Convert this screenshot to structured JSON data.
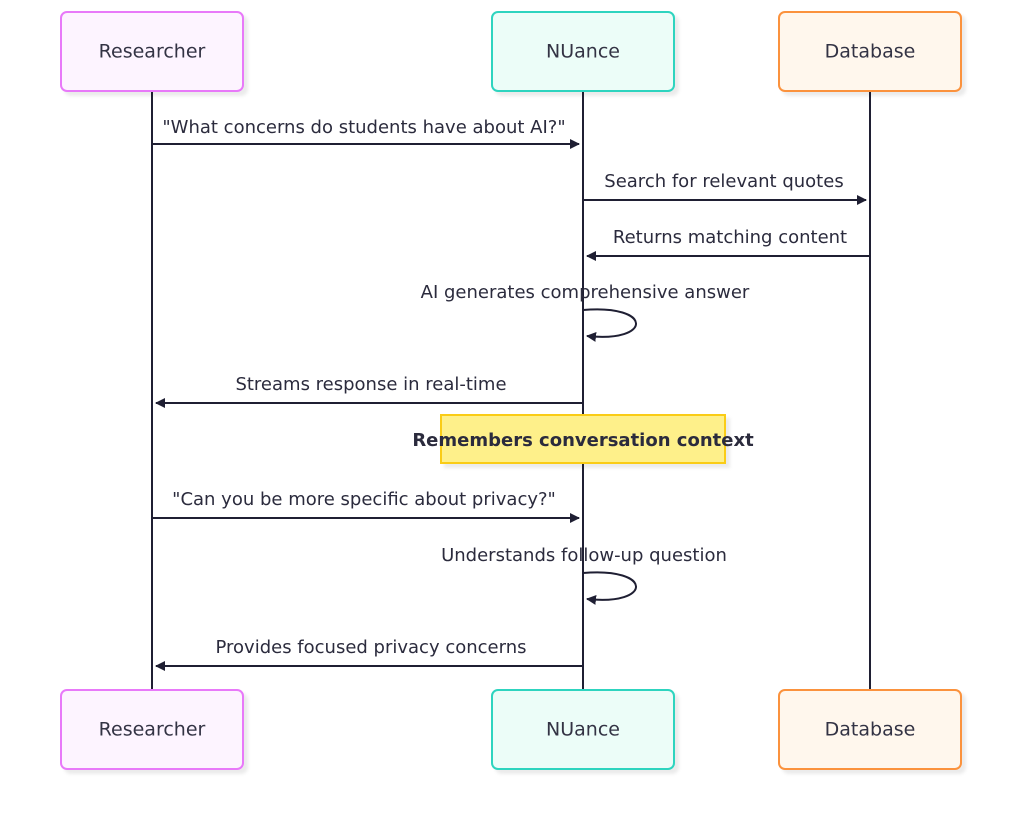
{
  "colors": {
    "researcher": {
      "fill": "#fdf4ff",
      "stroke": "#e879f9"
    },
    "nuance": {
      "fill": "#ecfdf8",
      "stroke": "#2dd4bf"
    },
    "database": {
      "fill": "#fff7ed",
      "stroke": "#fb923c"
    },
    "line": "#1f1f33",
    "note": {
      "fill": "#fef08a",
      "stroke": "#facc15"
    }
  },
  "actors": {
    "researcher": "Researcher",
    "nuance": "NUance",
    "database": "Database"
  },
  "messages": [
    {
      "text": "\"What concerns do students have about AI?\""
    },
    {
      "text": "Search for relevant quotes"
    },
    {
      "text": "Returns matching content"
    },
    {
      "text": "AI generates comprehensive answer"
    },
    {
      "text": "Streams response in real-time"
    },
    {
      "text": "\"Can you be more specific about privacy?\""
    },
    {
      "text": "Understands follow-up question"
    },
    {
      "text": "Provides focused privacy concerns"
    }
  ],
  "note": {
    "text": "Remembers conversation context"
  }
}
